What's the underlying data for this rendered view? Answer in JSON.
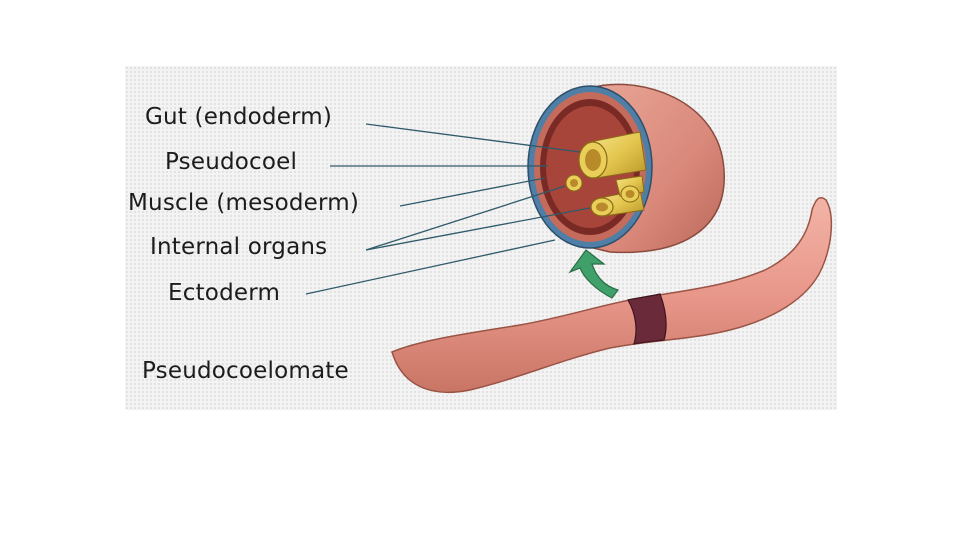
{
  "diagram": {
    "labels": {
      "gut": "Gut (endoderm)",
      "pseudocoel": "Pseudocoel",
      "muscle": "Muscle (mesoderm)",
      "internal_organs": "Internal organs",
      "ectoderm": "Ectoderm",
      "title": "Pseudocoelomate"
    },
    "colors": {
      "body": "#e8978a",
      "body_dark": "#b8675a",
      "ectoderm": "#4f7fa6",
      "muscle": "#7a2a24",
      "pseudocoel": "#a8453a",
      "organs": "#e3c64e",
      "organs_dark": "#a98a20",
      "arrow": "#3fa06a",
      "band": "#6b2a3a",
      "leader": "#2f5a6a"
    }
  }
}
